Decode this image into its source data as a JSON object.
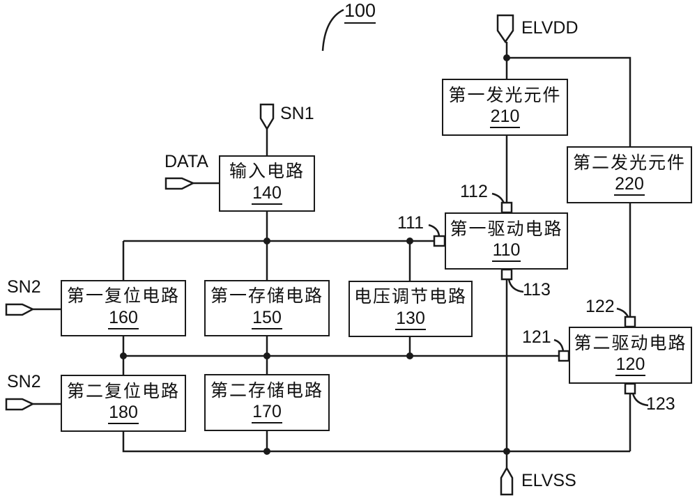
{
  "figure": {
    "label": "100"
  },
  "terminals": {
    "elvdd": "ELVDD",
    "elvss": "ELVSS",
    "sn1": "SN1",
    "data": "DATA",
    "sn2_top": "SN2",
    "sn2_bottom": "SN2"
  },
  "blocks": [
    {
      "name": "第一发光元件",
      "ref": "210"
    },
    {
      "name": "第二发光元件",
      "ref": "220"
    },
    {
      "name": "输入电路",
      "ref": "140"
    },
    {
      "name": "第一驱动电路",
      "ref": "110"
    },
    {
      "name": "第一复位电路",
      "ref": "160"
    },
    {
      "name": "第一存储电路",
      "ref": "150"
    },
    {
      "name": "电压调节电路",
      "ref": "130"
    },
    {
      "name": "第二驱动电路",
      "ref": "120"
    },
    {
      "name": "第二复位电路",
      "ref": "180"
    },
    {
      "name": "第二存储电路",
      "ref": "170"
    }
  ],
  "pins": {
    "p111": "111",
    "p112": "112",
    "p113": "113",
    "p121": "121",
    "p122": "122",
    "p123": "123"
  },
  "colors": {
    "line": "#1a1a1a",
    "background": "#ffffff"
  }
}
